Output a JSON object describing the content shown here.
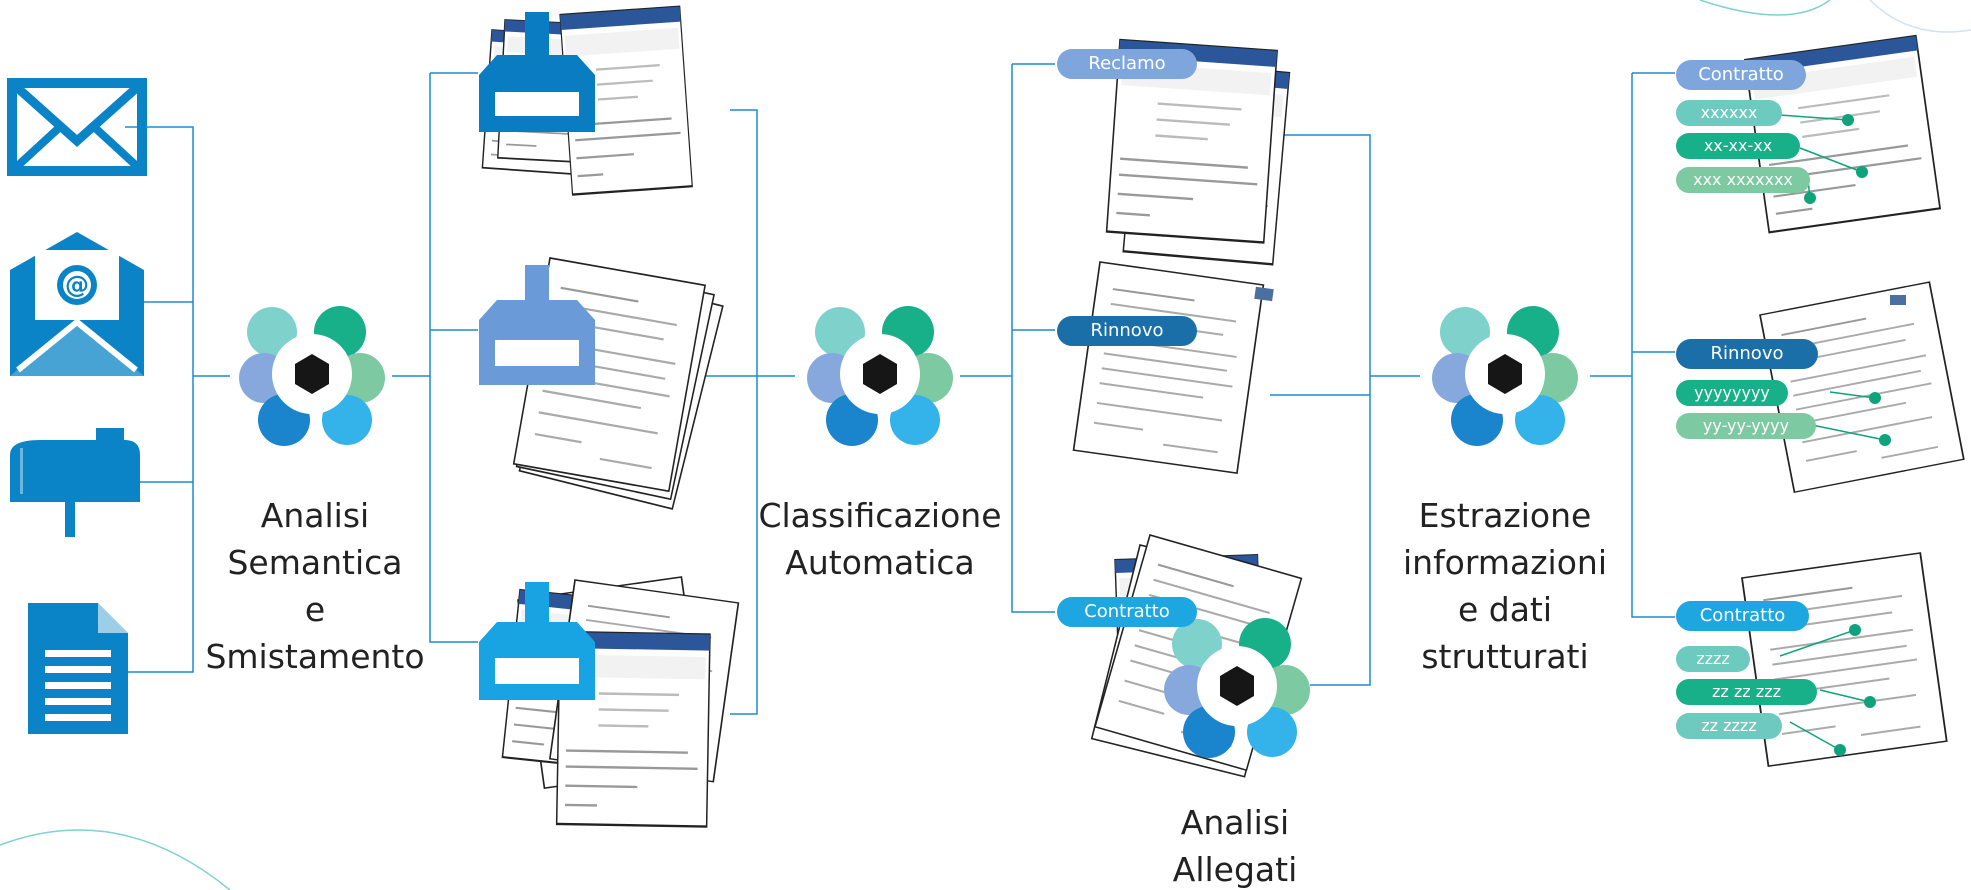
{
  "stages": {
    "analysis": "Analisi\nSemantica\ne\nSmistamento",
    "classification": "Classificazione\nAutomatica",
    "extraction": "Estrazione\ninformazioni\ne dati\nstrutturati",
    "attachments": "Analisi\nAllegati"
  },
  "channels": [
    "envelope-icon",
    "email-at-icon",
    "mailbox-icon",
    "document-icon"
  ],
  "categories": {
    "reclamo": "Reclamo",
    "rinnovo": "Rinnovo",
    "contratto": "Contratto"
  },
  "extracted": {
    "contratto_top": {
      "label": "Contratto",
      "fields": [
        "xxxxxx",
        "xx-xx-xx",
        "xxx xxxxxxx"
      ]
    },
    "rinnovo": {
      "label": "Rinnovo",
      "fields": [
        "yyyyyyyy",
        "yy-yy-yyyy"
      ]
    },
    "contratto_bottom": {
      "label": "Contratto",
      "fields": [
        "zzzz",
        "zz zz zzz",
        "zz zzzz"
      ]
    }
  },
  "colors": {
    "icon_blue": "#0a84c6",
    "line_blue": "#1d8bd0",
    "pill_light": "#7ea6dc",
    "pill_dark": "#1a6fa8",
    "pill_cyan": "#1ea6e0",
    "tag_teal": "#6ccabf",
    "tag_green": "#17b089",
    "tag_soft_green": "#7dc9a1",
    "dot_green": "#10a27a"
  }
}
